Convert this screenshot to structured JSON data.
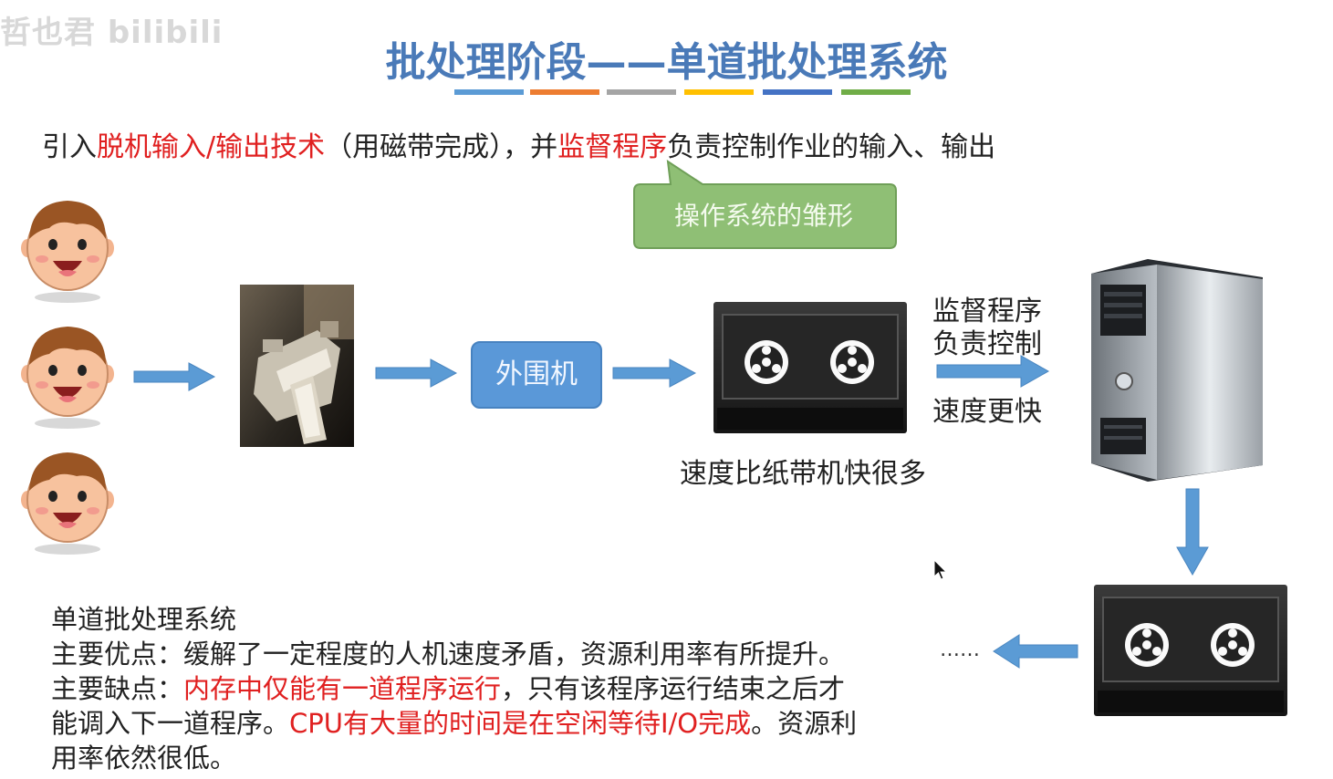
{
  "watermark": "哲也君 bilibili",
  "title": "批处理阶段——单道批处理系统",
  "title_bar_colors": [
    "#5b9bd5",
    "#ed7d31",
    "#a5a5a5",
    "#ffc000",
    "#4472c4",
    "#70ad47"
  ],
  "intro": {
    "p1": "引入",
    "p2": "脱机输入/输出技术",
    "p3": "（用磁带完成），并",
    "p4": "监督程序",
    "p5": "负责控制作业的输入、输出"
  },
  "callout": "操作系统的雏形",
  "peripheral": "外围机",
  "tape_caption": "速度比纸带机快很多",
  "monitor_label": {
    "line1": "监督程序",
    "line2": "负责控制"
  },
  "speed_label": "速度更快",
  "ellipsis": "……",
  "summary": {
    "heading": "单道批处理系统",
    "pros": "主要优点：缓解了一定程度的人机速度矛盾，资源利用率有所提升。",
    "cons_prefix": "主要缺点：",
    "cons_red1": "内存中仅能有一道程序运行",
    "cons_mid": "，只有该程序运行结束之后才",
    "cons_line2_prefix": "能调入下一道程序。",
    "cons_red2": "CPU有大量的时间是在空闲等待I/O完成",
    "cons_line2_suffix": "。资源利",
    "cons_line3": "用率依然很低。"
  },
  "colors": {
    "accent_blue": "#5b9bd5",
    "highlight_red": "#e02020",
    "callout_green": "#8fbf75"
  },
  "icons": [
    "user-face-icon",
    "user-face-icon",
    "user-face-icon",
    "card-reader-photo",
    "tape-drive-icon",
    "server-tower-icon",
    "tape-drive-icon",
    "mouse-cursor-icon"
  ]
}
